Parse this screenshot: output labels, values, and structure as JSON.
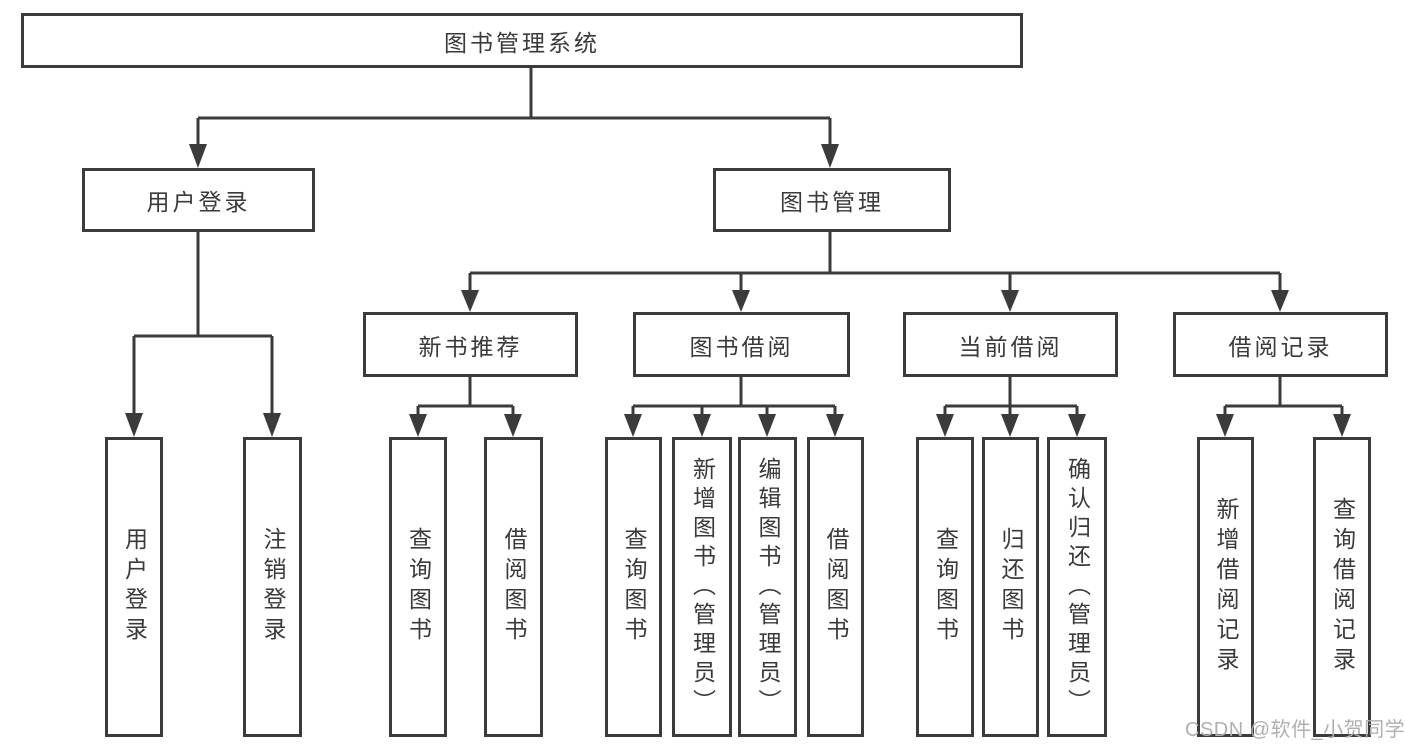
{
  "diagram": {
    "root": {
      "label": "图书管理系统"
    },
    "level1": [
      {
        "label": "用户登录",
        "children": [
          {
            "label": "用户登录"
          },
          {
            "label": "注销登录"
          }
        ]
      },
      {
        "label": "图书管理",
        "children": [
          {
            "label": "新书推荐",
            "children": [
              {
                "label": "查询图书"
              },
              {
                "label": "借阅图书"
              }
            ]
          },
          {
            "label": "图书借阅",
            "children": [
              {
                "label": "查询图书"
              },
              {
                "label": "新增图书（管理员）"
              },
              {
                "label": "编辑图书（管理员）"
              },
              {
                "label": "借阅图书"
              }
            ]
          },
          {
            "label": "当前借阅",
            "children": [
              {
                "label": "查询图书"
              },
              {
                "label": "归还图书"
              },
              {
                "label": "确认归还（管理员）"
              }
            ]
          },
          {
            "label": "借阅记录",
            "children": [
              {
                "label": "新增借阅记录"
              },
              {
                "label": "查询借阅记录"
              }
            ]
          }
        ]
      }
    ]
  },
  "watermark": {
    "text": "CSDN @软件_小贺同学"
  },
  "colors": {
    "line": "#3b3b3b",
    "text": "#3a3a3a",
    "watermark": "#b0b0b0",
    "background": "#ffffff"
  }
}
